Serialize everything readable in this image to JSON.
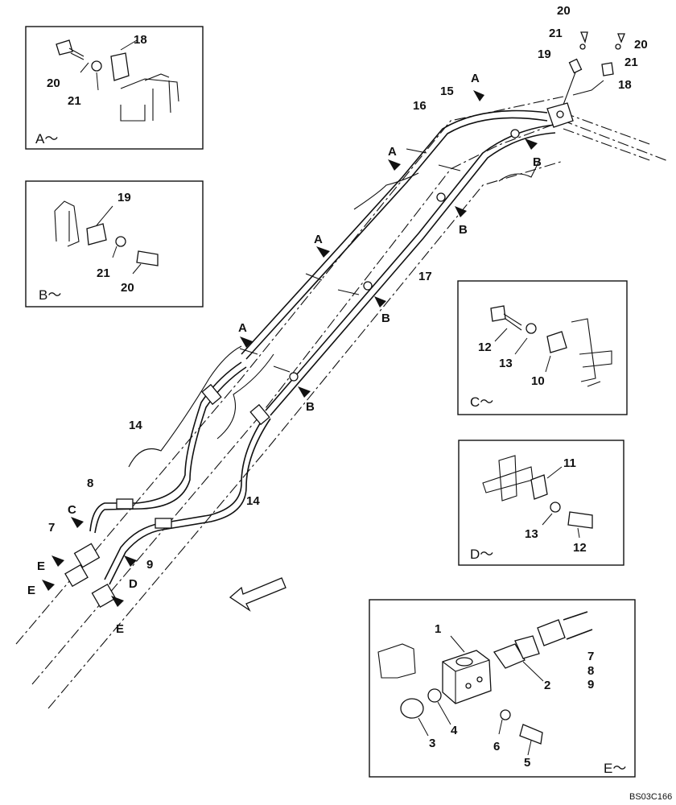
{
  "figure": {
    "code": "BS03C166",
    "details": {
      "A": {
        "caption": "A〜",
        "labels": [
          "18",
          "20",
          "21"
        ]
      },
      "B": {
        "caption": "B〜",
        "labels": [
          "19",
          "21",
          "20"
        ]
      },
      "C": {
        "caption": "C〜",
        "labels": [
          "12",
          "13",
          "10"
        ]
      },
      "D": {
        "caption": "D〜",
        "labels": [
          "11",
          "13",
          "12"
        ]
      },
      "E": {
        "caption": "E〜",
        "labels": [
          "1",
          "2",
          "7",
          "8",
          "9",
          "3",
          "4",
          "6",
          "5"
        ]
      }
    },
    "main": {
      "part_labels": [
        "20",
        "21",
        "20",
        "19",
        "21",
        "18",
        "15",
        "16",
        "17",
        "14",
        "14",
        "8",
        "7",
        "9"
      ],
      "view_markers": [
        "A",
        "A",
        "A",
        "A",
        "B",
        "B",
        "B",
        "B",
        "C",
        "D",
        "E",
        "E",
        "E"
      ]
    }
  }
}
